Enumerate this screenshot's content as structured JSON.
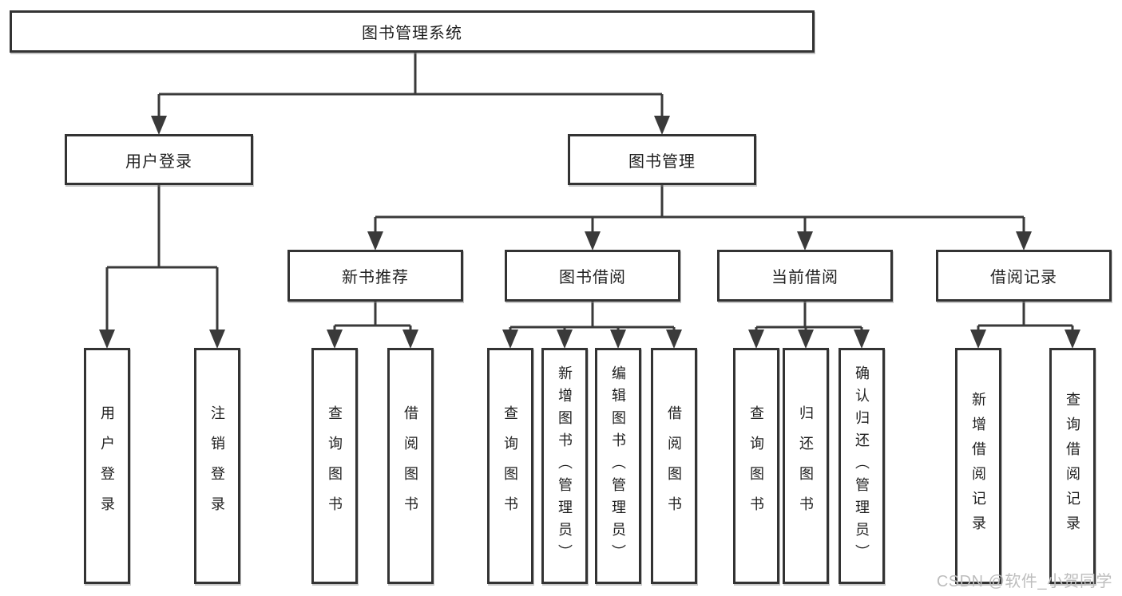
{
  "tree": {
    "label": "图书管理系统",
    "children": [
      {
        "label": "用户登录",
        "children": [
          {
            "label": "用户登录"
          },
          {
            "label": "注销登录"
          }
        ]
      },
      {
        "label": "图书管理",
        "children": [
          {
            "label": "新书推荐",
            "children": [
              {
                "label": "查询图书"
              },
              {
                "label": "借阅图书"
              }
            ]
          },
          {
            "label": "图书借阅",
            "children": [
              {
                "label": "查询图书"
              },
              {
                "label": "新增图书（管理员）"
              },
              {
                "label": "编辑图书（管理员）"
              },
              {
                "label": "借阅图书"
              }
            ]
          },
          {
            "label": "当前借阅",
            "children": [
              {
                "label": "查询图书"
              },
              {
                "label": "归还图书"
              },
              {
                "label": "确认归还（管理员）"
              }
            ]
          },
          {
            "label": "借阅记录",
            "children": [
              {
                "label": "新增借阅记录"
              },
              {
                "label": "查询借阅记录"
              }
            ]
          }
        ]
      }
    ]
  },
  "watermark": {
    "text": "CSDN @软件_小贺同学"
  },
  "colors": {
    "line": "#3a3a3a",
    "box_border": "#333333",
    "box_fill": "#ffffff",
    "text": "#1f1f1f",
    "watermark": "#bdbdbd",
    "background": "#ffffff"
  }
}
